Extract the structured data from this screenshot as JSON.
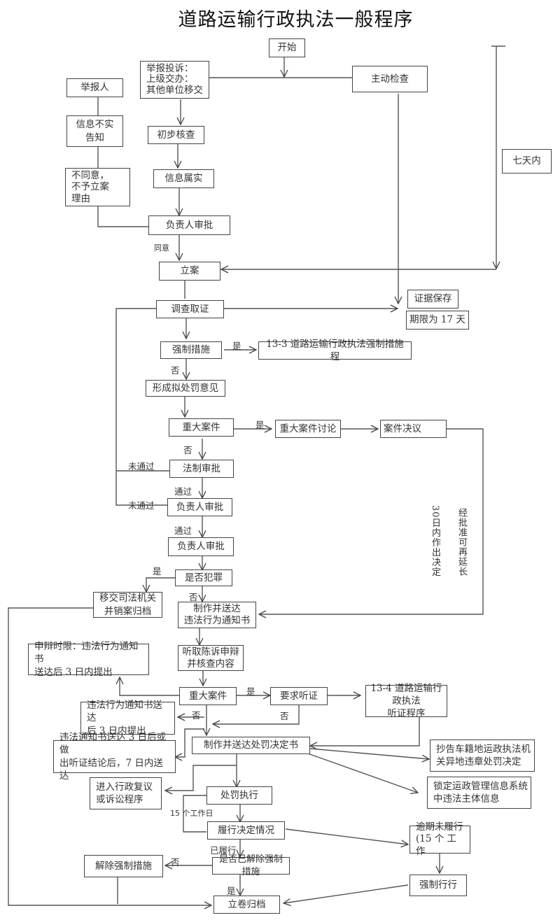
{
  "title": "道路运输行政执法一般程序",
  "nodes": {
    "start": "开始",
    "complaint_source": "举报投诉：\n上级交办：\n其他单位移交",
    "active_check": "主动检查",
    "informant": "举报人",
    "info_false": "信息不实\n告知",
    "disagree": "不同意，\n不予立案\n理由",
    "prelim_check": "初步核查",
    "info_true": "信息属实",
    "approval_1": "负责人审批",
    "seven_days": "七天内",
    "file_case": "立案",
    "investigate": "调查取证",
    "evidence_keep": "证据保存",
    "deadline_17": "期限为 17 天",
    "coercive": "强制措施",
    "coercive_proc": "13-3 道路运输行政执法强制措施程",
    "penalty_opinion": "形成拟处罚意见",
    "major_case_1": "重大案件",
    "major_discuss": "重大案件讨论",
    "case_resolution": "案件决议",
    "legal_review": "法制审批",
    "approval_2": "负责人审批",
    "approval_3": "负责人审批",
    "is_crime": "是否犯罪",
    "transfer_judicial": "移交司法机关\n并销案归档",
    "issue_notice": "制作并送达\n违法行为通知书",
    "defense_limit": "申辩时限：违法行为通知书\n送达后 3 日内提出",
    "hear_defense": "听取陈诉申辩\n并核查内容",
    "major_case_2": "重大案件",
    "request_hearing": "要求听证",
    "hearing_proc": "13-4 道路运输行政执法\n听证程序",
    "notice_3days": "违法行为通知书送达\n后 3 日内提出",
    "deliver_7days": "违法通知书送达 3 日后或做\n出听证结论后，7 日内送达",
    "issue_decision": "制作并送达处罚决定书",
    "copy_notice": "抄告车籍地运政执法机\n关异地违章处罚决定",
    "lock_info": "锁定运政管理信息系统\n中违法主体信息",
    "review_litigation": "进入行政复议\n或诉讼程序",
    "execute_penalty": "处罚执行",
    "performance": "履行决定情况",
    "overdue": "逾期未履行\n(15 个 工 作",
    "enforce": "强制行行",
    "lift_check": "是否已解除强制措施",
    "lift_coercive": "解除强制措施",
    "archive": "立卷归档"
  },
  "labels": {
    "agree": "同意",
    "yes_coercive": "是",
    "no_coercive": "否",
    "yes_major1": "是",
    "no_major1": "否",
    "fail_1": "未通过",
    "pass_1": "通过",
    "fail_2": "未通过",
    "pass_2": "通过",
    "yes_crime": "是",
    "no_crime": "否",
    "yes_major2": "是",
    "no_major2": "否",
    "no_hearing": "否",
    "workdays_15": "15 个工作日",
    "performed": "已履行",
    "no_lift": "否",
    "yes_lift": "是",
    "vertical_30days": "30日内作出决定",
    "vertical_extend": "经批准可再延长"
  }
}
